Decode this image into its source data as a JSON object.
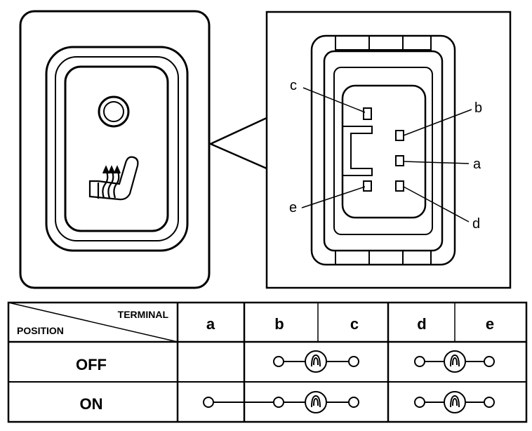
{
  "switch_view": {
    "heater_symbol": "seat-heater-icon",
    "indicator": "indicator-lamp-icon"
  },
  "connector": {
    "terminal_labels": {
      "a": "a",
      "b": "b",
      "c": "c",
      "d": "d",
      "e": "e"
    }
  },
  "table": {
    "header_top": "TERMINAL",
    "header_bottom": "POSITION",
    "columns": [
      "a",
      "b",
      "c",
      "d",
      "e"
    ],
    "rows": [
      {
        "position": "OFF",
        "connections": [
          [
            "b",
            "c"
          ],
          [
            "d",
            "e"
          ]
        ]
      },
      {
        "position": "ON",
        "connections": [
          [
            "a",
            "b",
            "c"
          ],
          [
            "d",
            "e"
          ]
        ]
      }
    ]
  }
}
